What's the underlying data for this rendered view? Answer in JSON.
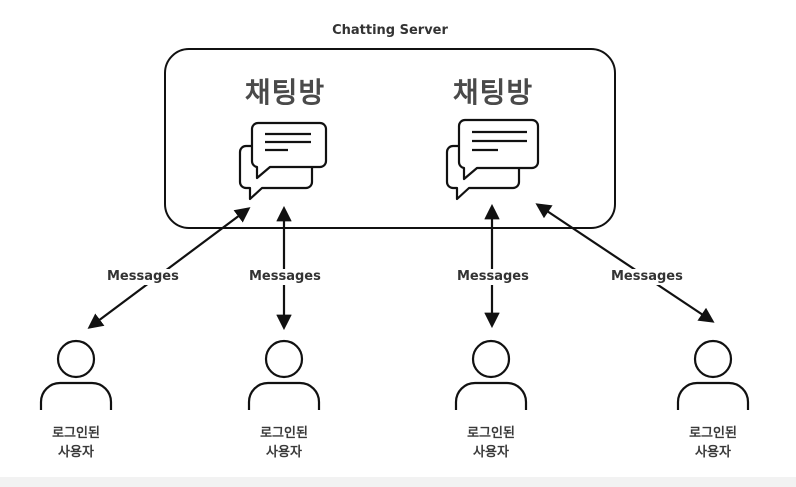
{
  "server": {
    "title": "Chatting Server"
  },
  "rooms": [
    {
      "title": "채팅방"
    },
    {
      "title": "채팅방"
    }
  ],
  "connections": [
    {
      "label": "Messages"
    },
    {
      "label": "Messages"
    },
    {
      "label": "Messages"
    },
    {
      "label": "Messages"
    }
  ],
  "users": [
    {
      "line1": "로그인된",
      "line2": "사용자"
    },
    {
      "line1": "로그인된",
      "line2": "사용자"
    },
    {
      "line1": "로그인된",
      "line2": "사용자"
    },
    {
      "line1": "로그인된",
      "line2": "사용자"
    }
  ],
  "colors": {
    "stroke": "#111111",
    "text": "#333333",
    "room_title": "#4a4a4a"
  }
}
